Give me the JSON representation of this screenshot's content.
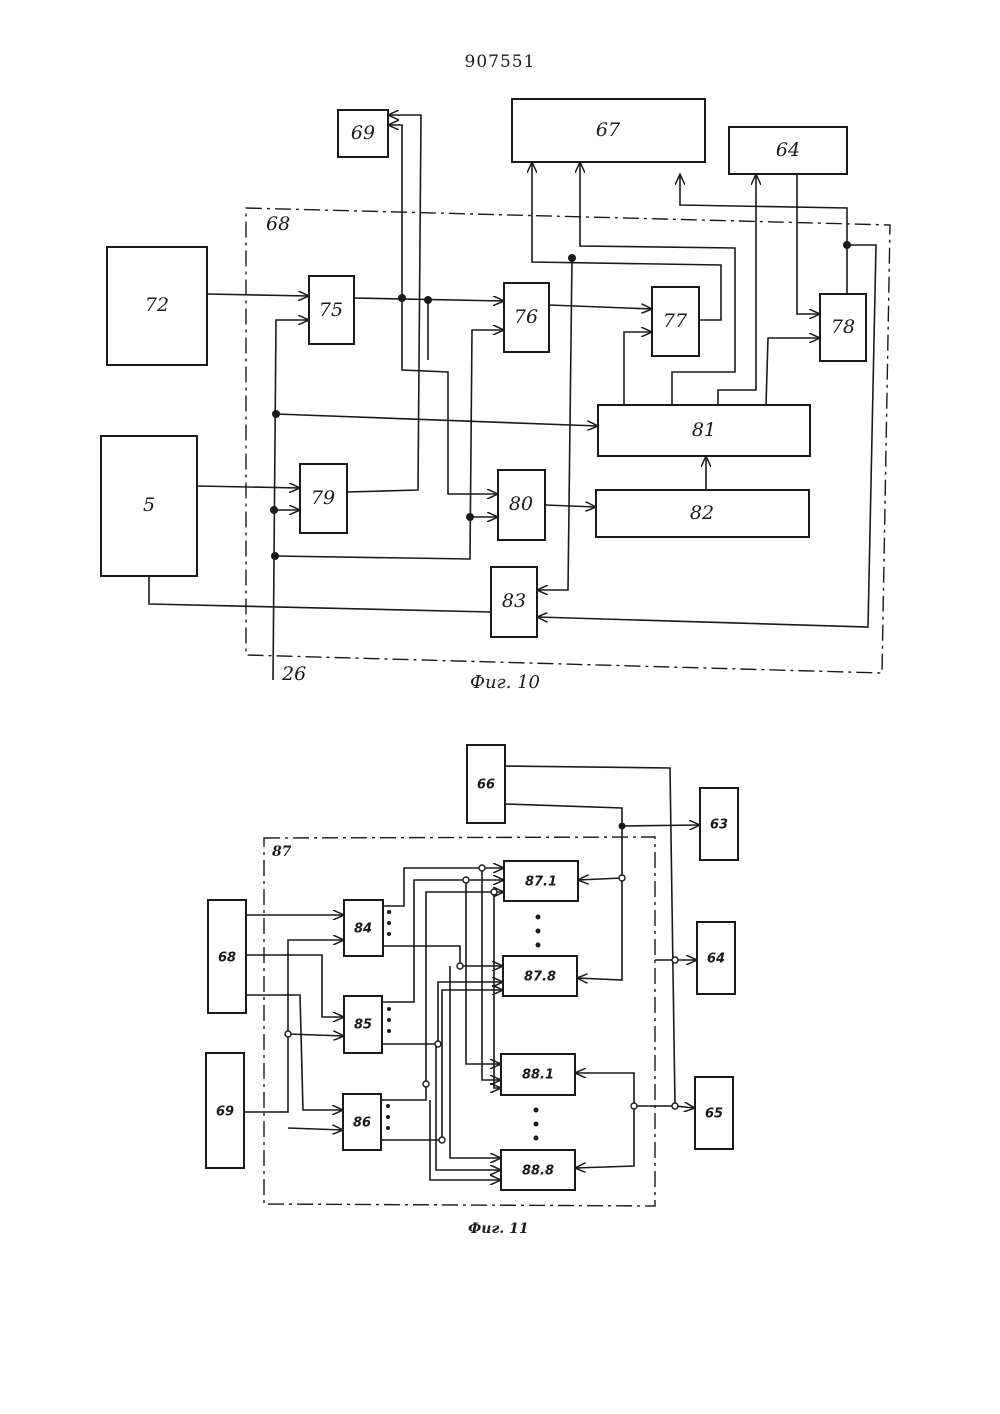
{
  "page_number": "907551",
  "fig10": {
    "caption": "Фиг. 10",
    "outer_label": "68",
    "line_label": "26",
    "blocks": {
      "b69": "69",
      "b67": "67",
      "b64": "64",
      "b72": "72",
      "b5": "5",
      "b75": "75",
      "b76": "76",
      "b77": "77",
      "b78": "78",
      "b79": "79",
      "b80": "80",
      "b81": "81",
      "b82": "82",
      "b83": "83"
    }
  },
  "fig11": {
    "caption": "Фиг. 11",
    "outer_label": "87",
    "blocks": {
      "b66": "66",
      "b63": "63",
      "b64": "64",
      "b65": "65",
      "b68": "68",
      "b69": "69",
      "b84": "84",
      "b85": "85",
      "b86": "86",
      "b87_1": "87.1",
      "b87_8": "87.8",
      "b88_1": "88.1",
      "b88_8": "88.8"
    }
  }
}
